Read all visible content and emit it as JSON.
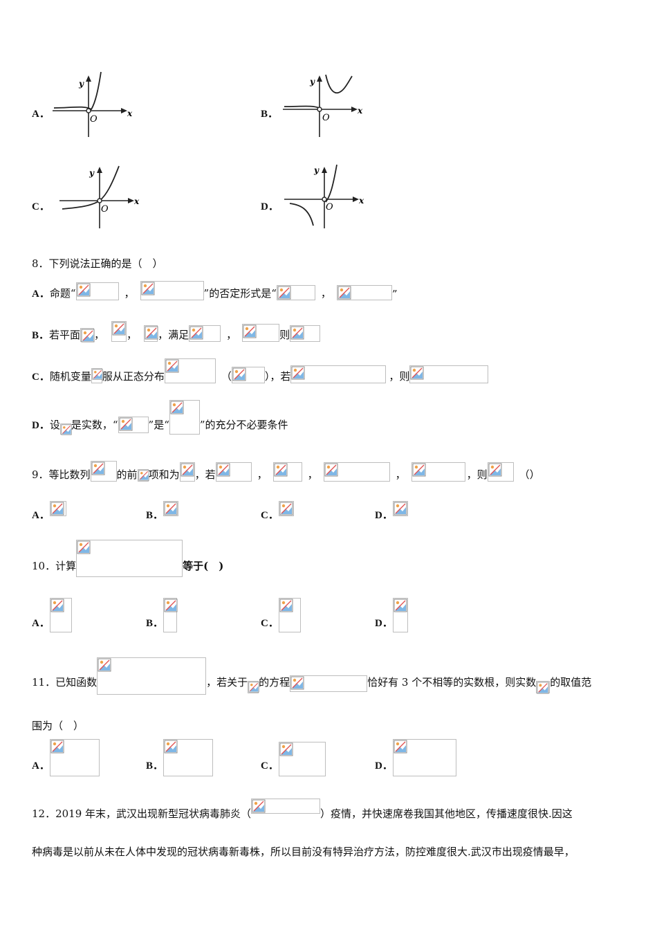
{
  "graph_options": {
    "a": {
      "label": "A．",
      "y": "y",
      "x": "x",
      "o": "O"
    },
    "b": {
      "label": "B．",
      "y": "y",
      "x": "x",
      "o": "O"
    },
    "c": {
      "label": "C．",
      "y": "y",
      "x": "x",
      "o": "O"
    },
    "d": {
      "label": "D．",
      "y": "y",
      "x": "x",
      "o": "O"
    }
  },
  "q8": {
    "stem": "8．下列说法正确的是（　）",
    "a": {
      "label": "A．",
      "t1": "命题“",
      "t2": "，",
      "t3": "”的否定形式是“",
      "t4": "，",
      "t5": "”"
    },
    "b": {
      "label": "B．",
      "t1": "若平面",
      "t2": "，",
      "t3": "，",
      "t4": "，满足",
      "t5": "，",
      "t6": "则"
    },
    "c": {
      "label": "C．",
      "t1": "随机变量",
      "t2": "服从正态分布",
      "t3": "（",
      "t4": "），若",
      "t5": "，则"
    },
    "d": {
      "label": "D．",
      "t1": "设",
      "t2": "是实数，“",
      "t3": "”是“",
      "t4": "”的充分不必要条件"
    }
  },
  "q9": {
    "t1": "9．等比数列",
    "t2": "的前",
    "t3": "项和为",
    "t4": "，若",
    "t5": "，",
    "t6": "，",
    "t7": "，",
    "t8": "，则",
    "t9": "（）",
    "opts": [
      "A．",
      "B．",
      "C．",
      "D．"
    ]
  },
  "q10": {
    "t1": "10．计算",
    "t2": "等于(　)",
    "opts": [
      "A．",
      "B．",
      "C．",
      "D．"
    ]
  },
  "q11": {
    "t1": "11．已知函数",
    "t2": "，若关于",
    "t3": "的方程",
    "t4": "恰好有 3 个不相等的实数根，则实数",
    "t5": "的取值范",
    "t6": "围为（　）",
    "opts": [
      "A．",
      "B．",
      "C．",
      "D．"
    ]
  },
  "q12": {
    "t1": "12．2019 年末，武汉出现新型冠状病毒肺炎（",
    "t2": "）疫情，并快速席卷我国其他地区，传播速度很快.因这",
    "line2": "种病毒是以前从未在人体中发现的冠状病毒新毒株，所以目前没有特异治疗方法，防控难度很大.武汉市出现疫情最早，"
  }
}
